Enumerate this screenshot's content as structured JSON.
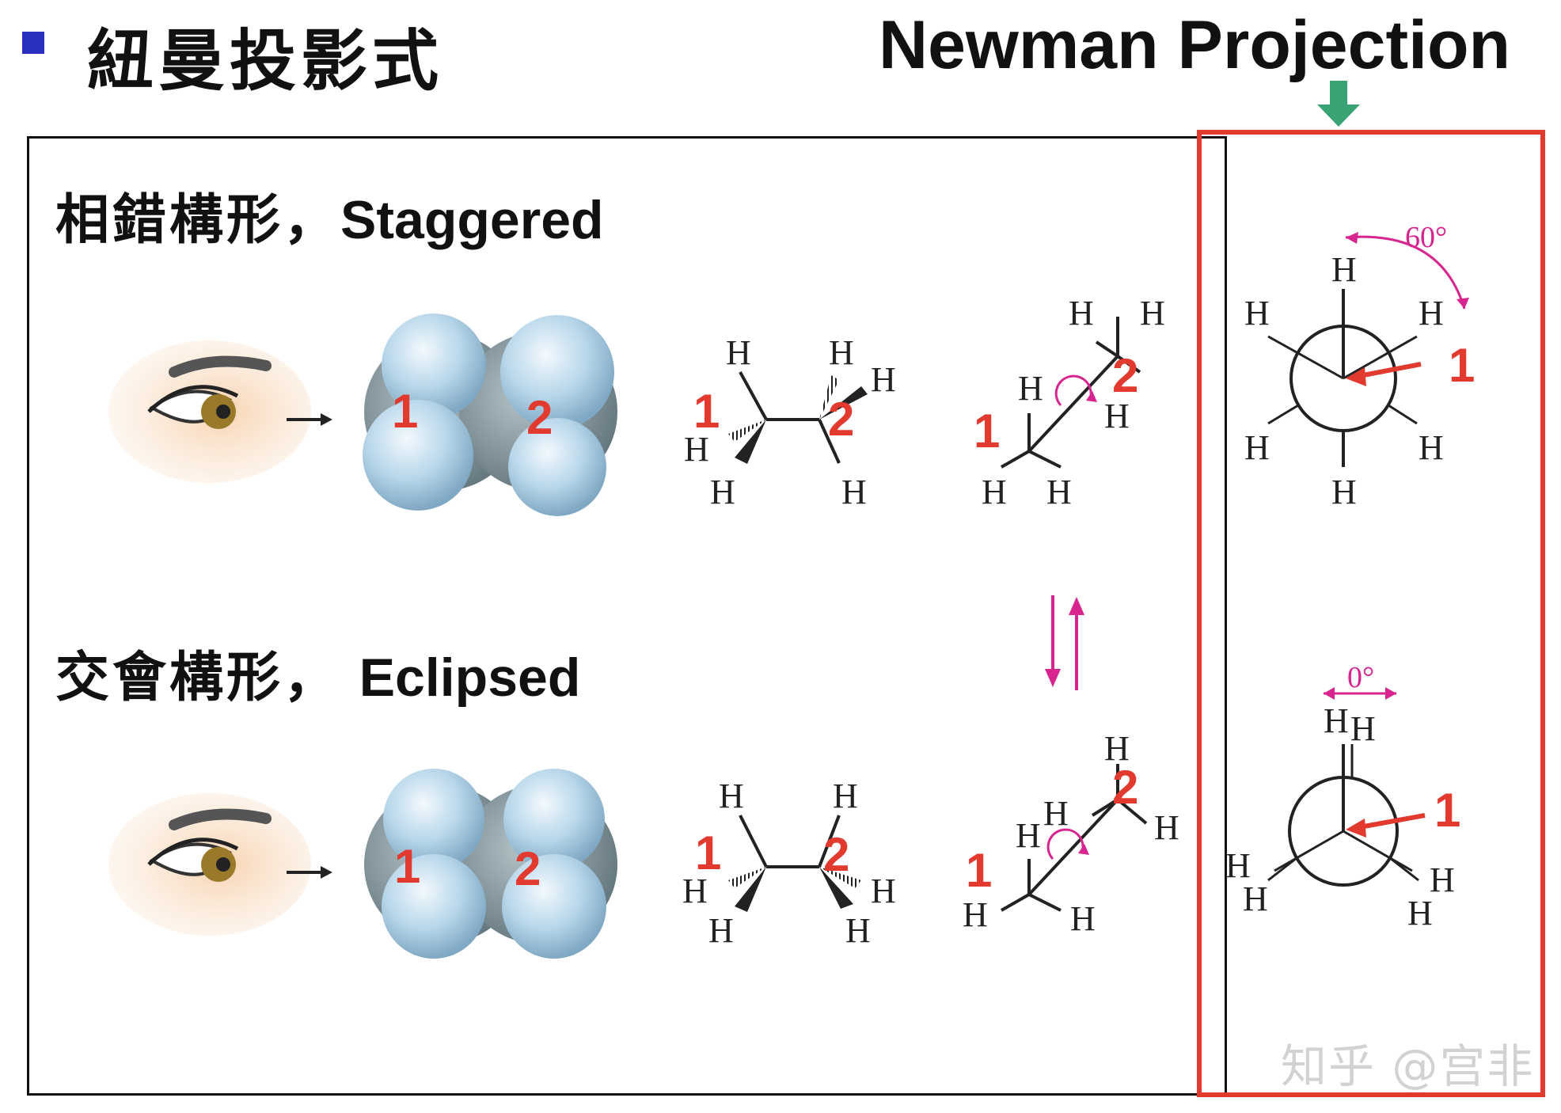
{
  "header": {
    "title_zh": "紐曼投影式",
    "title_en": "Newman Projection"
  },
  "rows": {
    "staggered": {
      "label_zh": "相錯構形，",
      "label_en": "Staggered"
    },
    "eclipsed": {
      "label_zh": "交會構形，",
      "label_en": "Eclipsed"
    }
  },
  "labels": {
    "h": "H",
    "carbon_1": "1",
    "carbon_2": "2",
    "angle_staggered": "60°",
    "angle_eclipsed": "0°"
  },
  "watermark": "知乎 @宫非",
  "colors": {
    "accent_red": "#e23a2e",
    "bullet_blue": "#2a2fc0",
    "arrow_magenta": "#d7248f",
    "arrow_green": "#3aa374"
  },
  "icons": [
    "eye-icon",
    "arrow-down-icon",
    "equilibrium-arrows-icon"
  ]
}
